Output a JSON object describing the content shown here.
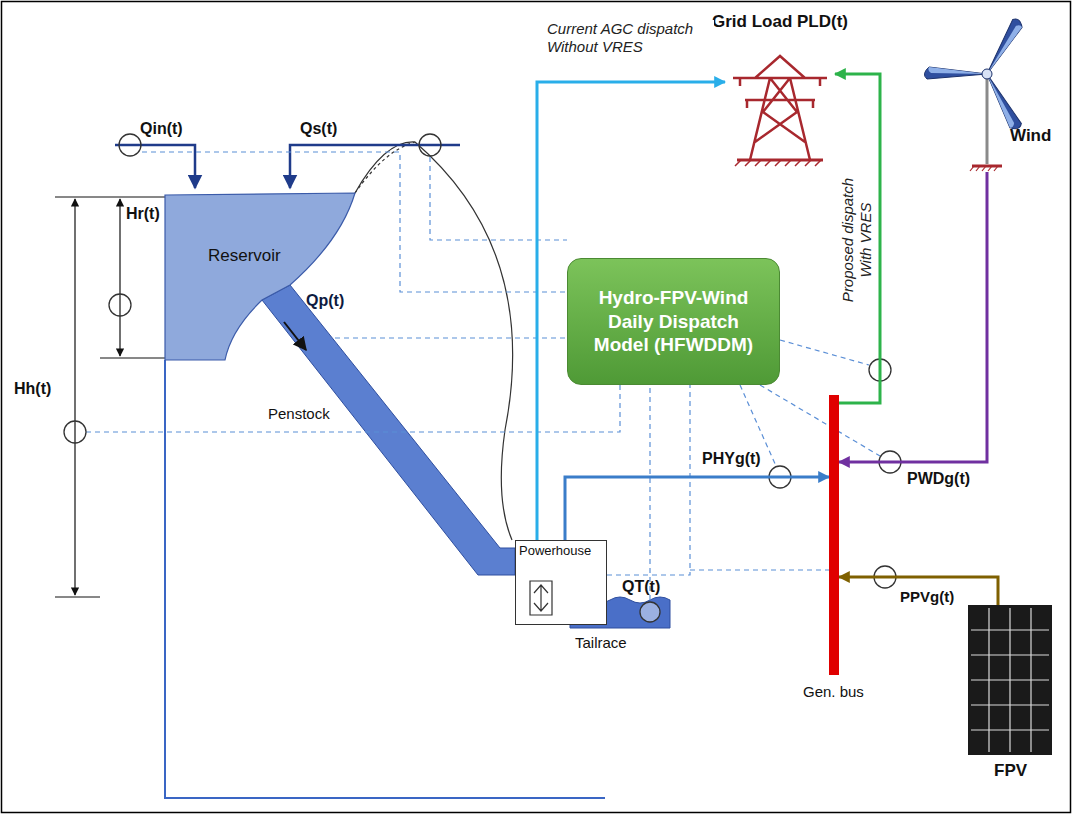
{
  "diagram": {
    "nodes": [
      {
        "text": [
          "Reservoir"
        ]
      },
      {
        "text": [
          "Hydro-FPV-Wind Daily Dispatch Model (HFWDDM)"
        ]
      },
      {
        "text": [
          "Grid Load PLD(t)"
        ]
      },
      {
        "text": [
          "Wind"
        ]
      },
      {
        "text": [
          "Powerhouse"
        ]
      },
      {
        "text": [
          "Gen. bus"
        ]
      },
      {
        "text": [
          "FPV"
        ]
      }
    ],
    "edges": [
      {
        "from": 4,
        "to": 2,
        "arrow": "to",
        "label": "Current AGC dispatch Without VRES"
      },
      {
        "from": 4,
        "to": 5,
        "arrow": "to",
        "label": "PHYg(t)"
      },
      {
        "from": 3,
        "to": 5,
        "arrow": "to",
        "label": "PWDg(t)"
      },
      {
        "from": 6,
        "to": 5,
        "arrow": "to",
        "label": "PPVg(t)"
      },
      {
        "from": 5,
        "to": 2,
        "arrow": "to",
        "label": "Proposed dispatch With VRES"
      }
    ],
    "labels": [
      "Qin(t)",
      "Qs(t)",
      "Hr(t)",
      "Qp(t)",
      "Hh(t)",
      "Penstock",
      "QT(t)",
      "Tailrace"
    ]
  }
}
